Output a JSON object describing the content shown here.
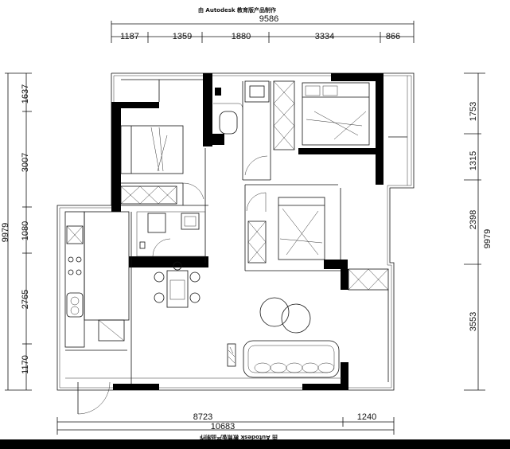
{
  "watermark_top": "由 Autodesk 教育版产品制作",
  "watermark_bottom": "由 Autodesk 教育版产品制作",
  "top_total": "9586",
  "top_segments": [
    "1187",
    "1359",
    "1880",
    "3334",
    "866"
  ],
  "left_segments": [
    "1637",
    "3007",
    "1080",
    "2765",
    "1170"
  ],
  "left_total": "9979",
  "right_segments": [
    "1753",
    "1315",
    "2398",
    "3553"
  ],
  "right_total": "9979",
  "bottom_segments": [
    "8723",
    "1240"
  ],
  "bottom_total": "10683"
}
